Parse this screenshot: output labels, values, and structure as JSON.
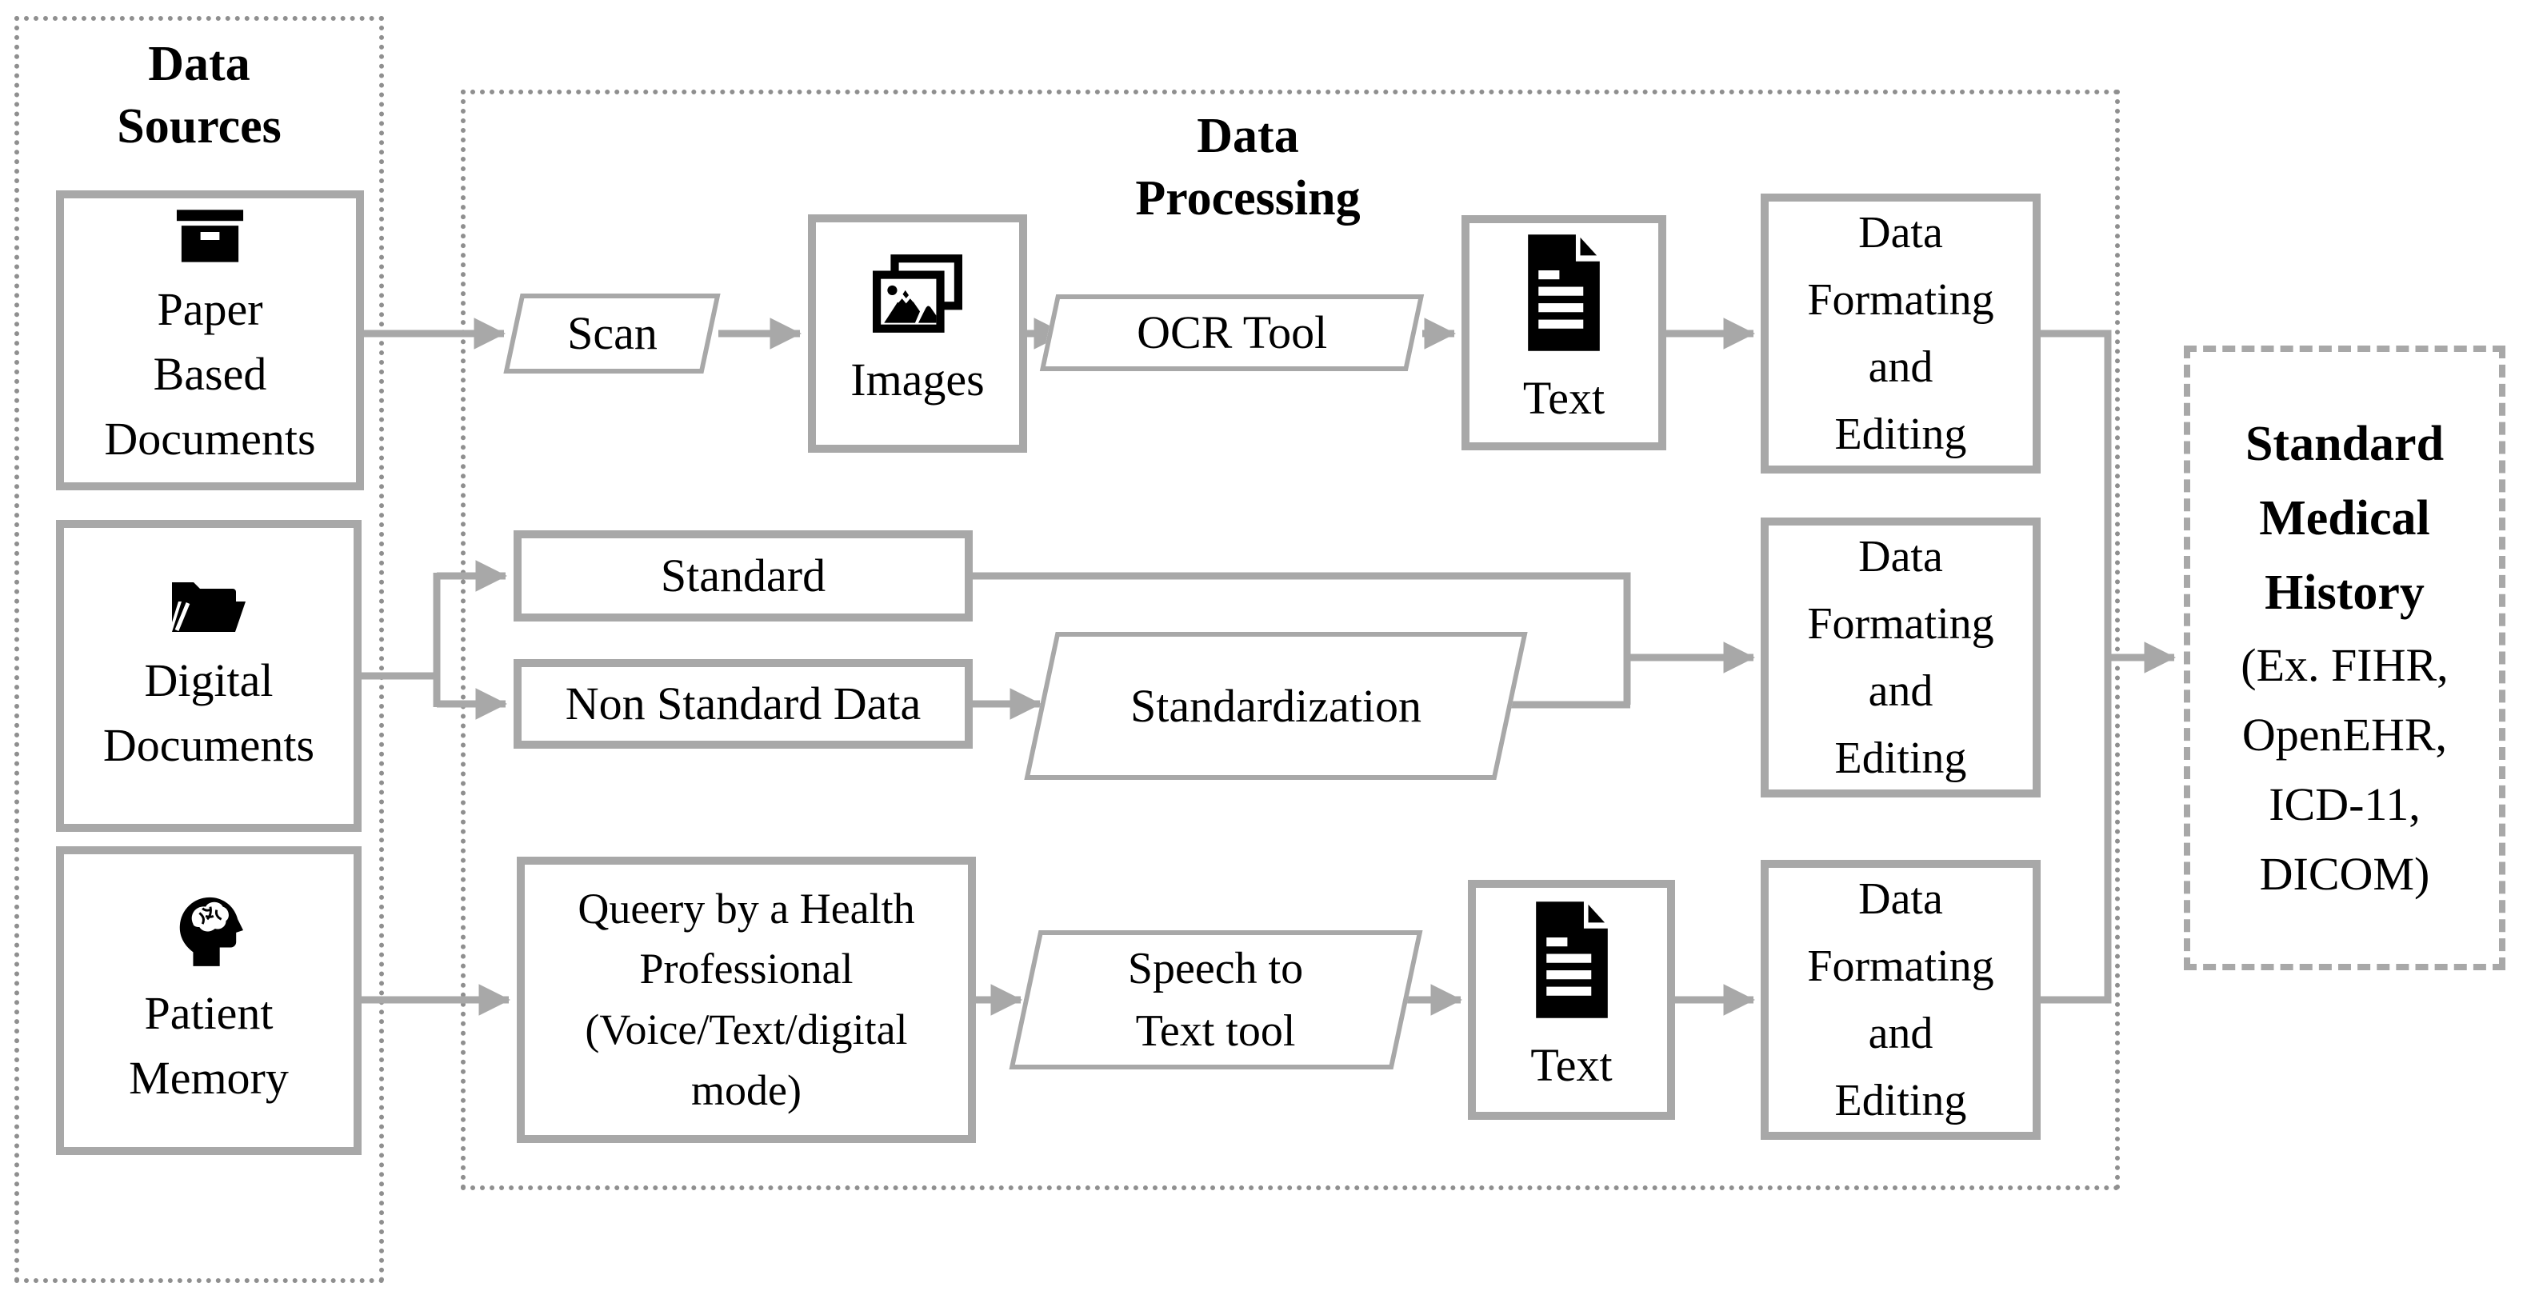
{
  "colors": {
    "solid_border_gray": "#a8a8a8",
    "dotted_border_gray": "#8f8f8f",
    "icon_black": "#000000",
    "text_black": "#000000"
  },
  "data_sources": {
    "title": "Data\nSources",
    "items": [
      {
        "label": "Paper\nBased\nDocuments",
        "icon": "archive-box-icon"
      },
      {
        "label": "Digital\nDocuments",
        "icon": "open-folder-icon"
      },
      {
        "label": "Patient\nMemory",
        "icon": "head-brain-icon"
      }
    ]
  },
  "data_processing": {
    "title": "Data\nProcessing",
    "row1": {
      "scan": "Scan",
      "images": "Images",
      "images_icon": "photo-stack-icon",
      "ocr": "OCR Tool",
      "text": "Text",
      "text_icon": "document-text-icon",
      "formatting": "Data\nFormating\nand\nEditing"
    },
    "row2": {
      "standard": "Standard",
      "non_standard": "Non Standard Data",
      "standardization": "Standardization",
      "formatting": "Data\nFormating\nand\nEditing"
    },
    "row3": {
      "query": "Queery by a Health\nProfessional\n(Voice/Text/digital\nmode)",
      "speech": "Speech to\nText tool",
      "text": "Text",
      "text_icon": "document-text-icon",
      "formatting": "Data\nFormating\nand\nEditing"
    }
  },
  "output": {
    "title": "Standard\nMedical\nHistory",
    "subtitle": "(Ex. FIHR,\nOpenEHR,\nICD-11,\nDICOM)"
  }
}
